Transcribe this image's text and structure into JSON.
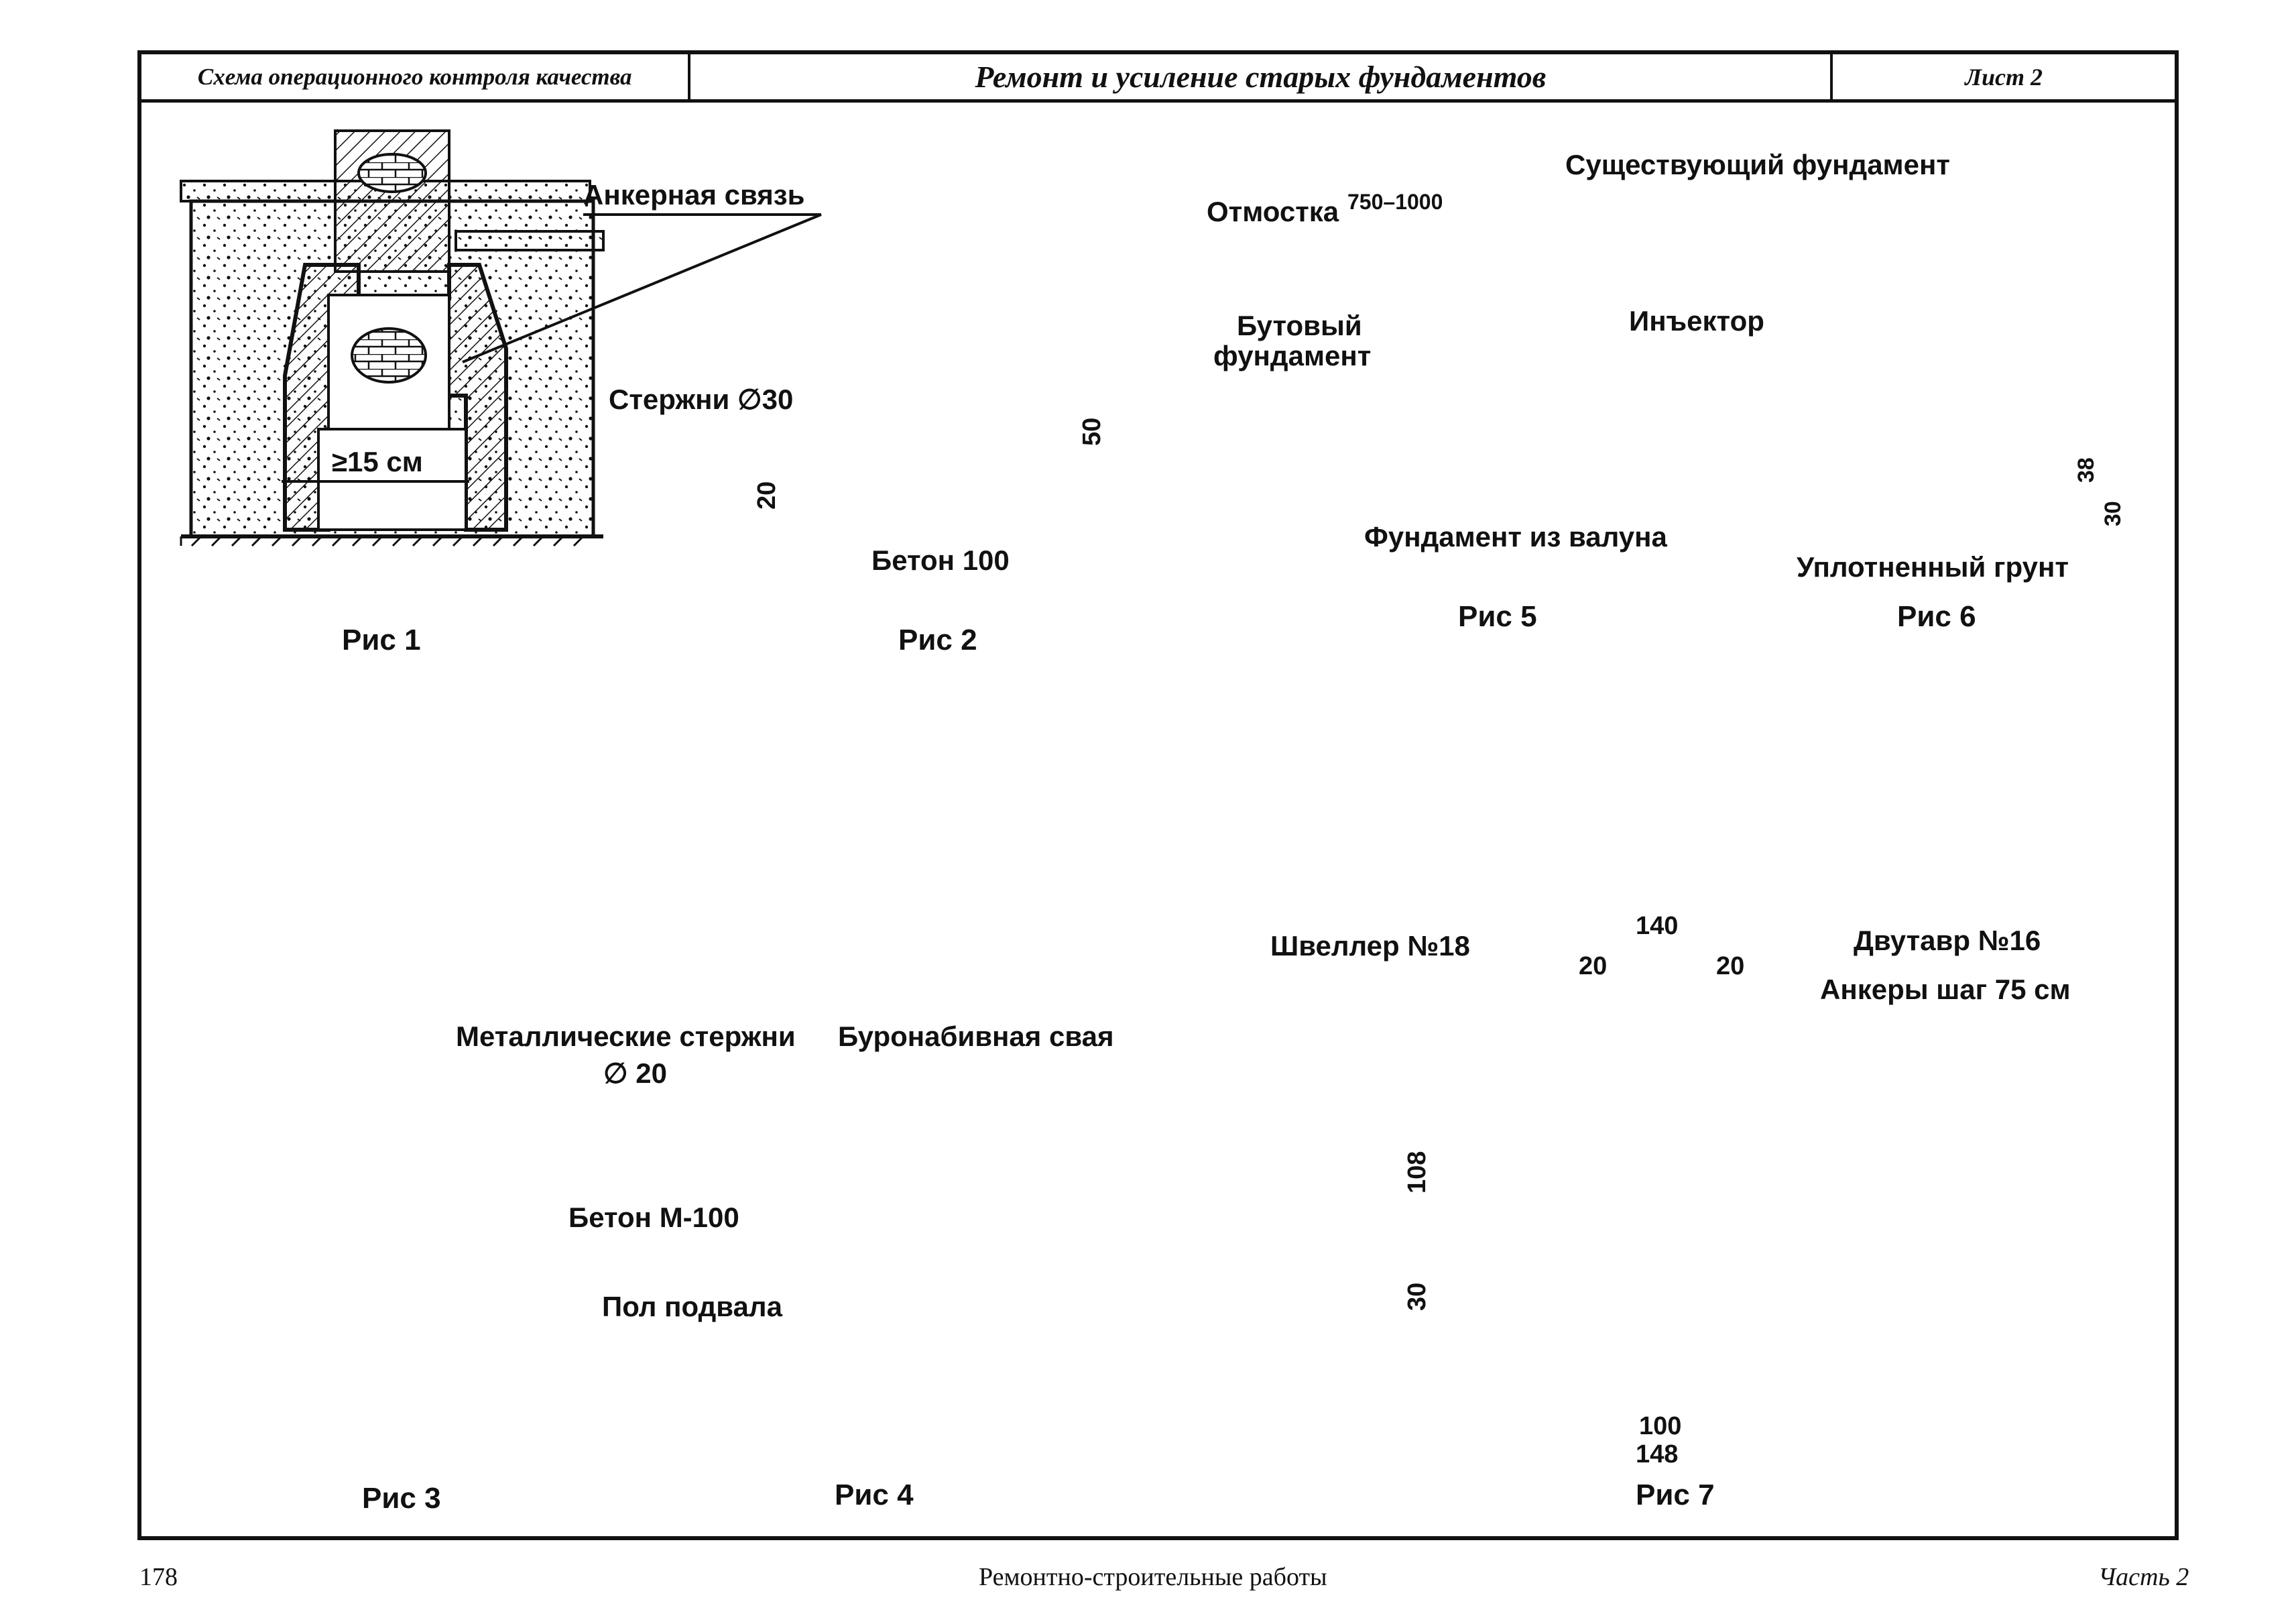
{
  "header": {
    "left": "Схема операционного контроля качества",
    "center": "Ремонт и усиление старых фундаментов",
    "right": "Лист 2"
  },
  "figures": {
    "fig1": {
      "caption": "Рис 1",
      "labels": {
        "anchor": "Анкерная связь",
        "min_width": "≥15 см"
      }
    },
    "fig2": {
      "caption": "Рис 2",
      "labels": {
        "rods": "Стержни ∅30",
        "concrete": "Бетон 100",
        "dim_50": "50",
        "dim_20": "20"
      }
    },
    "fig3": {
      "caption": "Рис 3",
      "labels": {
        "metal_rods": "Металлические стержни",
        "rod_diameter": "∅ 20",
        "concrete": "Бетон М-100"
      }
    },
    "fig4": {
      "caption": "Рис 4",
      "labels": {
        "bored_pile": "Буронабивная свая",
        "basement_floor": "Пол подвала"
      }
    },
    "fig5": {
      "caption": "Рис 5",
      "labels": {
        "existing_foundation": "Существующий фундамент",
        "blind_area": "Отмостка",
        "blind_area_dim": "750–1000",
        "rubble_line1": "Бутовый",
        "rubble_line2": "фундамент",
        "injector": "Инъектор",
        "boulder_foundation": "Фундамент из валуна"
      }
    },
    "fig6": {
      "caption": "Рис 6",
      "labels": {
        "compacted_soil": "Уплотненный грунт",
        "dim_38": "38",
        "dim_30": "30"
      }
    },
    "fig7": {
      "caption": "Рис 7",
      "labels": {
        "channel": "Швеллер №18",
        "ibeam": "Двутавр №16",
        "anchors": "Анкеры шаг 75 см",
        "dim_140": "140",
        "dim_20a": "20",
        "dim_20b": "20",
        "dim_108": "108",
        "dim_30": "30",
        "dim_100": "100",
        "dim_148": "148"
      }
    }
  },
  "footer": {
    "page_number": "178",
    "title": "Ремонтно-строительные работы",
    "part": "Часть 2"
  }
}
